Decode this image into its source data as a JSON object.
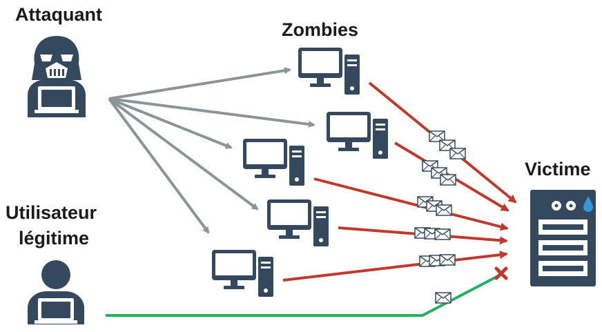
{
  "labels": {
    "attacker": "Attaquant",
    "zombies": "Zombies",
    "victim": "Victime",
    "legit_line1": "Utilisateur",
    "legit_line2": "légitime"
  },
  "colors": {
    "icon": "#34495e",
    "command_arrow": "#8a9597",
    "attack_arrow": "#c0392b",
    "legit_line": "#27ae60",
    "block_x": "#c0392b",
    "victim_drop": "#3498db",
    "envelope_stroke": "#34495e",
    "envelope_fill": "#ffffff"
  },
  "icons": {
    "attacker": "darth-vader-hacker-icon",
    "zombie": "desktop-computer-icon",
    "victim": "server-icon",
    "legit_user": "user-laptop-icon",
    "message": "envelope-icon",
    "blocked": "red-x-icon"
  }
}
